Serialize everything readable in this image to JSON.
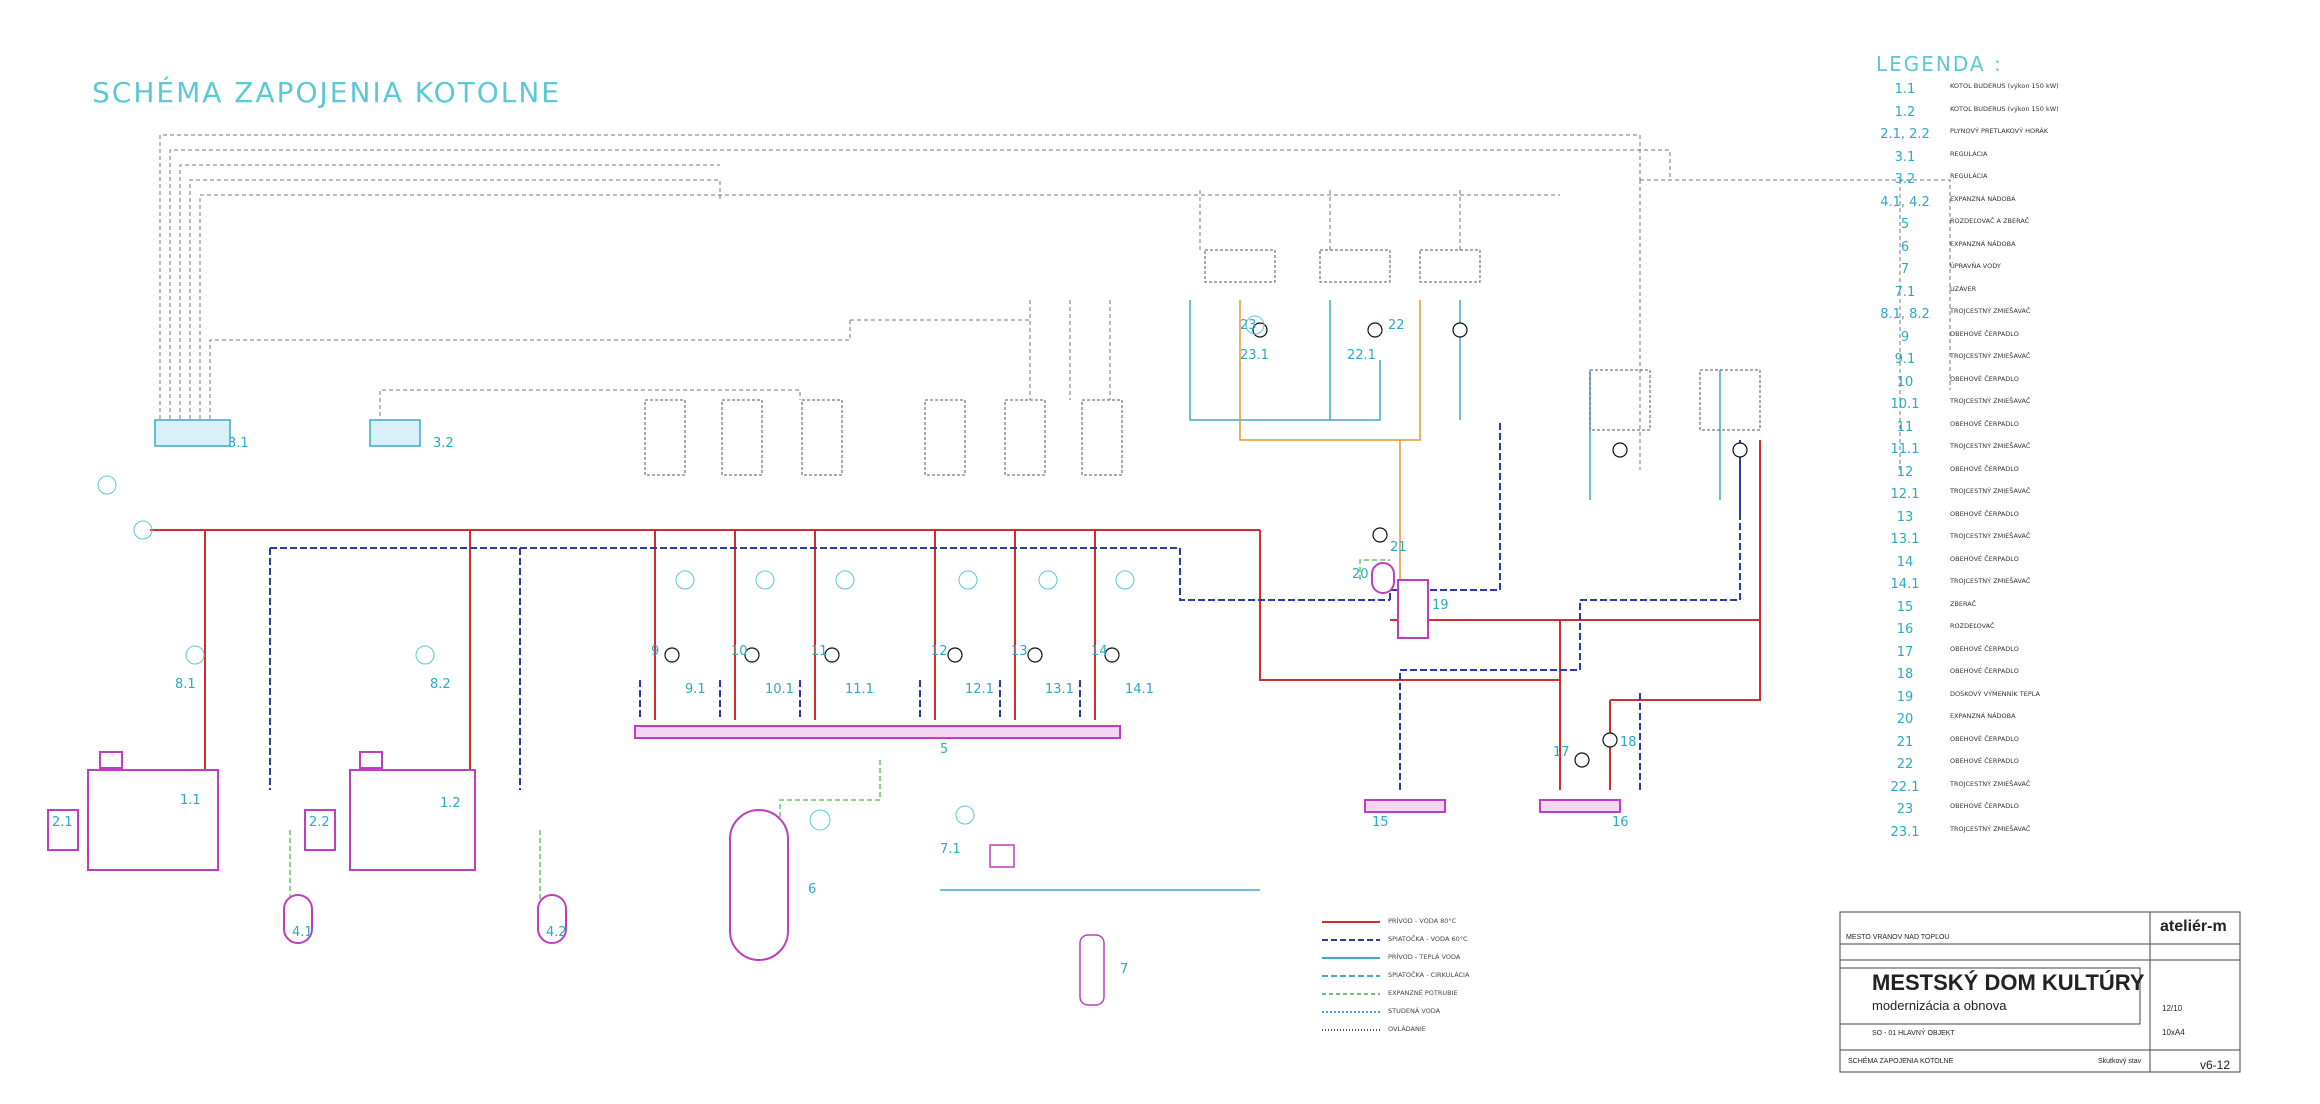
{
  "title": "SCHÉMA ZAPOJENIA KOTOLNE",
  "legend_title": "LEGENDA :",
  "legend": [
    {
      "num": "1.1",
      "text": "KOTOL BUDERUS (výkon 150 kW)"
    },
    {
      "num": "1.2",
      "text": "KOTOL BUDERUS (výkon 150 kW)"
    },
    {
      "num": "2.1, 2.2",
      "text": "PLYNOVÝ PRETLAKOVÝ HORÁK"
    },
    {
      "num": "3.1",
      "text": "REGULÁCIA"
    },
    {
      "num": "3.2",
      "text": "REGULÁCIA"
    },
    {
      "num": "4.1, 4.2",
      "text": "EXPANZNÁ NÁDOBA"
    },
    {
      "num": "5",
      "text": "ROZDEĽOVAČ A ZBERAČ"
    },
    {
      "num": "6",
      "text": "EXPANZNÁ NÁDOBA"
    },
    {
      "num": "7",
      "text": "ÚPRAVŇA VODY"
    },
    {
      "num": "7.1",
      "text": "UZÁVER"
    },
    {
      "num": "8.1, 8.2",
      "text": "TROJCESTNÝ ZMIEŠAVAČ"
    },
    {
      "num": "9",
      "text": "OBEHOVÉ ČERPADLO"
    },
    {
      "num": "9.1",
      "text": "TROJCESTNÝ ZMIEŠAVAČ"
    },
    {
      "num": "10",
      "text": "OBEHOVÉ ČERPADLO"
    },
    {
      "num": "10.1",
      "text": "TROJCESTNÝ ZMIEŠAVAČ"
    },
    {
      "num": "11",
      "text": "OBEHOVÉ ČERPADLO"
    },
    {
      "num": "11.1",
      "text": "TROJCESTNÝ ZMIEŠAVAČ"
    },
    {
      "num": "12",
      "text": "OBEHOVÉ ČERPADLO"
    },
    {
      "num": "12.1",
      "text": "TROJCESTNÝ ZMIEŠAVAČ"
    },
    {
      "num": "13",
      "text": "OBEHOVÉ ČERPADLO"
    },
    {
      "num": "13.1",
      "text": "TROJCESTNÝ ZMIEŠAVAČ"
    },
    {
      "num": "14",
      "text": "OBEHOVÉ ČERPADLO"
    },
    {
      "num": "14.1",
      "text": "TROJCESTNÝ ZMIEŠAVAČ"
    },
    {
      "num": "15",
      "text": "ZBERAČ"
    },
    {
      "num": "16",
      "text": "ROZDEĽOVAČ"
    },
    {
      "num": "17",
      "text": "OBEHOVÉ ČERPADLO"
    },
    {
      "num": "18",
      "text": "OBEHOVÉ ČERPADLO"
    },
    {
      "num": "19",
      "text": "DOSKOVÝ VÝMENNÍK TEPLA"
    },
    {
      "num": "20",
      "text": "EXPANZNÁ NÁDOBA"
    },
    {
      "num": "21",
      "text": "OBEHOVÉ ČERPADLO"
    },
    {
      "num": "22",
      "text": "OBEHOVÉ ČERPADLO"
    },
    {
      "num": "22.1",
      "text": "TROJCESTNÝ ZMIEŠAVAČ"
    },
    {
      "num": "23",
      "text": "OBEHOVÉ ČERPADLO"
    },
    {
      "num": "23.1",
      "text": "TROJCESTNÝ ZMIEŠAVAČ"
    }
  ],
  "components": {
    "reg1": "3.1",
    "reg2": "3.2",
    "burner1": "2.1",
    "burner2": "2.2",
    "boiler1": "1.1",
    "boiler2": "1.2",
    "exp1": "4.1",
    "exp2": "4.2",
    "dist": "5",
    "exptank": "6",
    "water": "7",
    "valve71": "7.1",
    "mix81": "8.1",
    "mix82": "8.2",
    "he": "19",
    "exp20": "20",
    "pump21": "21",
    "pump22": "22",
    "mix221": "22.1",
    "pump23": "23",
    "mix231": "23.1",
    "col15": "15",
    "col16": "16",
    "pump17": "17",
    "pump18": "18",
    "circuits": [
      {
        "pump": "9",
        "mix": "9.1"
      },
      {
        "pump": "10",
        "mix": "10.1"
      },
      {
        "pump": "11",
        "mix": "11.1"
      },
      {
        "pump": "12",
        "mix": "12.1"
      },
      {
        "pump": "13",
        "mix": "13.1"
      },
      {
        "pump": "14",
        "mix": "14.1"
      }
    ]
  },
  "key_lines": [
    {
      "label": "PRÍVOD - VODA 80°C",
      "color": "#d42b2b",
      "dash": ""
    },
    {
      "label": "SPIATOČKA - VODA 60°C",
      "color": "#2a3aa8",
      "dash": "6,3"
    },
    {
      "label": "PRÍVOD - TEPLÁ VODA",
      "color": "#3fa7c8",
      "dash": ""
    },
    {
      "label": "SPIATOČKA - CIRKULÁCIA",
      "color": "#3fa7c8",
      "dash": "6,3"
    },
    {
      "label": "EXPANZNÉ POTRUBIE",
      "color": "#6cc36c",
      "dash": "4,3"
    },
    {
      "label": "STUDENÁ VODA",
      "color": "#3fa7c8",
      "dash": "2,2"
    },
    {
      "label": "OVLÁDANIE",
      "color": "#555555",
      "dash": "1,2"
    }
  ],
  "titleblock": {
    "project": "MESTSKÝ DOM KULTÚRY",
    "subtitle": "modernizácia a obnova",
    "investor": "MESTO VRANOV NAD TOPĽOU",
    "object": "SO - 01 HLAVNÝ OBJEKT",
    "drawing": "SCHÉMA ZAPOJENIA KOTOLNE",
    "stage": "Skutkový stav",
    "firm": "ateliér-m",
    "format": "12/10",
    "scale": "10xA4",
    "number": "v6-12"
  }
}
